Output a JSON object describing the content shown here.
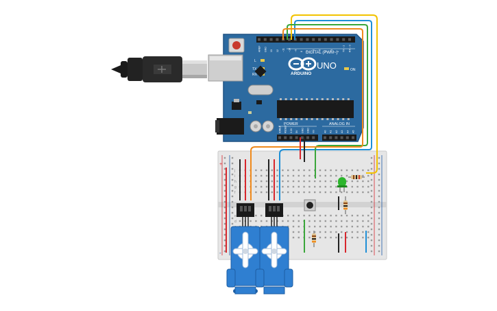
{
  "board": {
    "brand": "ARDUINO",
    "model": "UNO",
    "digital_label": "DIGITAL (PWM~)",
    "analog_label": "ANALOG IN",
    "power_label": "POWER",
    "on_label": "ON",
    "led_l": "L",
    "led_tx": "TX",
    "led_rx": "RX",
    "digital_pins": [
      "AREF",
      "GND",
      "13",
      "12",
      "~11",
      "~10",
      "~9",
      "8",
      "7",
      "~6",
      "~5",
      "4",
      "~3",
      "2",
      "TX→1",
      "RX←0"
    ],
    "power_pins": [
      "IOREF",
      "RESET",
      "3.3V",
      "5V",
      "GND",
      "GND",
      "Vin"
    ],
    "analog_pins": [
      "A0",
      "A1",
      "A2",
      "A3",
      "A4",
      "A5"
    ]
  },
  "breadboard": {
    "row_letters_top": [
      "j",
      "i",
      "h",
      "g",
      "f"
    ],
    "row_letters_bottom": [
      "e",
      "d",
      "c",
      "b",
      "a"
    ],
    "plus": "+",
    "minus": "-"
  },
  "colors": {
    "board": "#2c6aa0",
    "board_edge": "#1f5283",
    "wire_yellow": "#f2c200",
    "wire_blue": "#1e8fd6",
    "wire_green": "#3aa63a",
    "wire_orange": "#f08a1c",
    "wire_red": "#d8262c",
    "wire_black": "#222222",
    "servo": "#2f7fd1",
    "led": "#2cb52c"
  },
  "icons": {
    "usb": "usb-cable-icon",
    "logo": "arduino-infinity-logo-icon"
  }
}
